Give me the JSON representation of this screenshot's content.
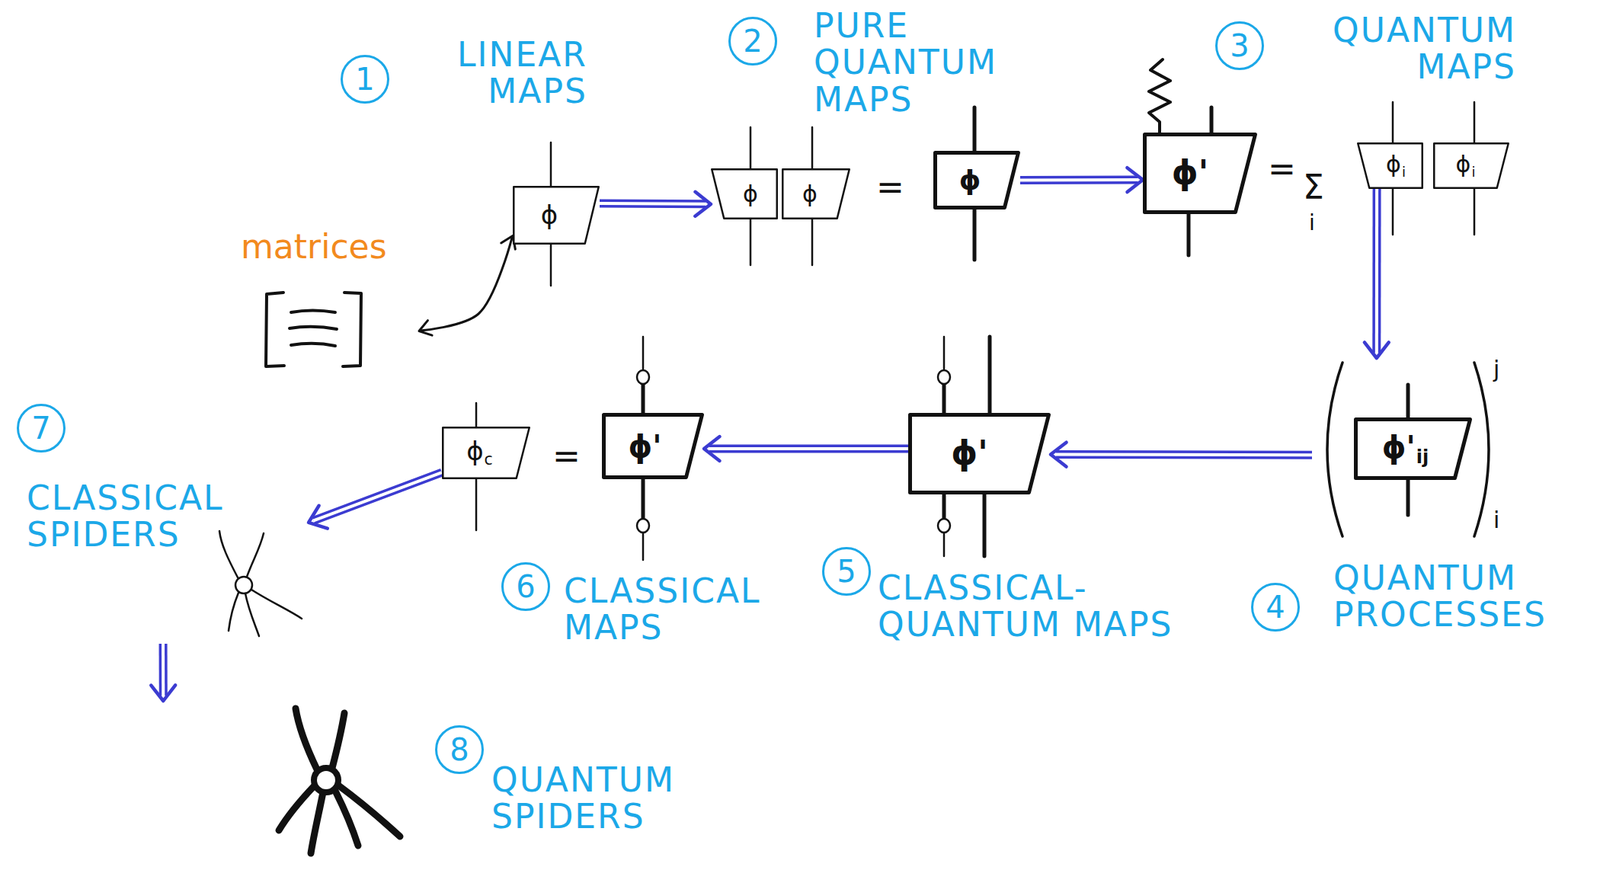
{
  "diagram": {
    "nodes": [
      {
        "text": [
          "matrices"
        ]
      },
      {
        "text": [
          "ϕ"
        ]
      },
      {
        "text": [
          "ϕ"
        ]
      },
      {
        "text": [
          "ϕ"
        ]
      },
      {
        "text": [
          "ϕ"
        ]
      },
      {
        "text": [
          "ϕ'"
        ]
      },
      {
        "text": [
          "ϕ",
          "i"
        ]
      },
      {
        "text": [
          "ϕ",
          "i"
        ]
      },
      {
        "text": [
          "j",
          "i"
        ]
      },
      {
        "text": [
          "ϕ'",
          "ij"
        ],
        "in": 8
      },
      {
        "text": [
          "ϕ'"
        ]
      },
      {
        "text": [
          "ϕ'"
        ]
      },
      {
        "text": [
          "ϕ",
          "c"
        ]
      },
      {
        "text": [
          "CLASSICAL SPIDERS"
        ]
      },
      {
        "text": [
          "QUANTUM SPIDERS"
        ]
      }
    ],
    "edges": [
      {
        "from": 0,
        "to": 1,
        "arrow": "both"
      },
      {
        "from": 1,
        "to": 2,
        "arrow": "to"
      },
      {
        "from": 4,
        "to": 5,
        "arrow": "to"
      },
      {
        "from": 6,
        "to": 8,
        "arrow": "to"
      },
      {
        "from": 8,
        "to": 10,
        "arrow": "to"
      },
      {
        "from": 10,
        "to": 11,
        "arrow": "to"
      },
      {
        "from": 12,
        "to": 13,
        "arrow": "to"
      },
      {
        "from": 13,
        "to": 14,
        "arrow": "to"
      }
    ],
    "labels": [
      "1",
      "LINEAR MAPS",
      "2",
      "PURE QUANTUM MAPS",
      "=",
      "3",
      "QUANTUM MAPS",
      "=",
      "Σ",
      "i",
      "4",
      "QUANTUM PROCESSES",
      "5",
      "CLASSICAL- QUANTUM MAPS",
      "=",
      "6",
      "CLASSICAL MAPS",
      "7",
      "8"
    ]
  }
}
